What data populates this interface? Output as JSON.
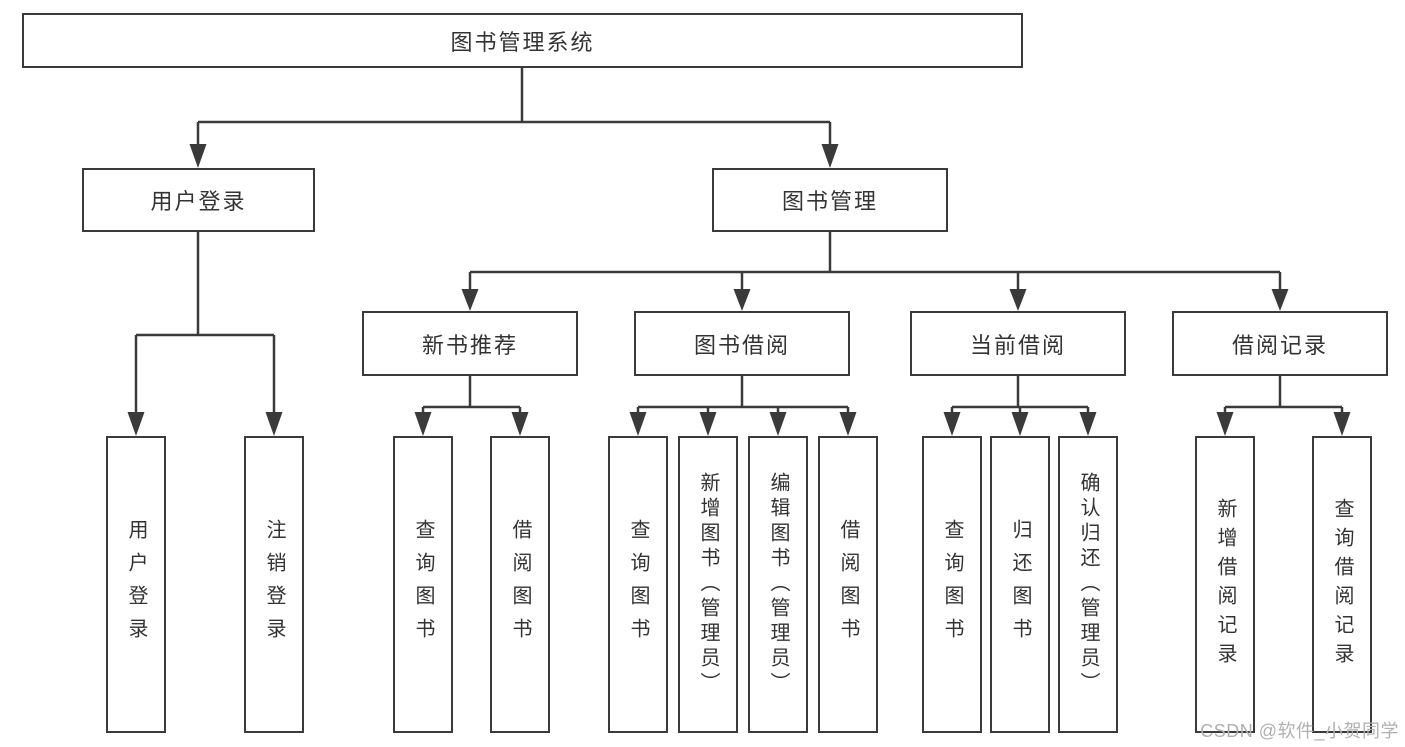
{
  "page": {
    "background": "#ffffff",
    "line_color": "#3a3a3a",
    "text_color": "#333333",
    "watermark_color": "#b0b0b0"
  },
  "watermark": {
    "text": "CSDN @软件_小贺同学"
  },
  "tree": {
    "label": "图书管理系统",
    "children": [
      {
        "label": "用户登录",
        "children": [
          {
            "label": "用户登录"
          },
          {
            "label": "注销登录"
          }
        ]
      },
      {
        "label": "图书管理",
        "children": [
          {
            "label": "新书推荐",
            "children": [
              {
                "label": "查询图书"
              },
              {
                "label": "借阅图书"
              }
            ]
          },
          {
            "label": "图书借阅",
            "children": [
              {
                "label": "查询图书"
              },
              {
                "label": "新增图书（管理员）"
              },
              {
                "label": "编辑图书（管理员）"
              },
              {
                "label": "借阅图书"
              }
            ]
          },
          {
            "label": "当前借阅",
            "children": [
              {
                "label": "查询图书"
              },
              {
                "label": "归还图书"
              },
              {
                "label": "确认归还（管理员）"
              }
            ]
          },
          {
            "label": "借阅记录",
            "children": [
              {
                "label": "新增借阅记录"
              },
              {
                "label": "查询借阅记录"
              }
            ]
          }
        ]
      }
    ]
  }
}
